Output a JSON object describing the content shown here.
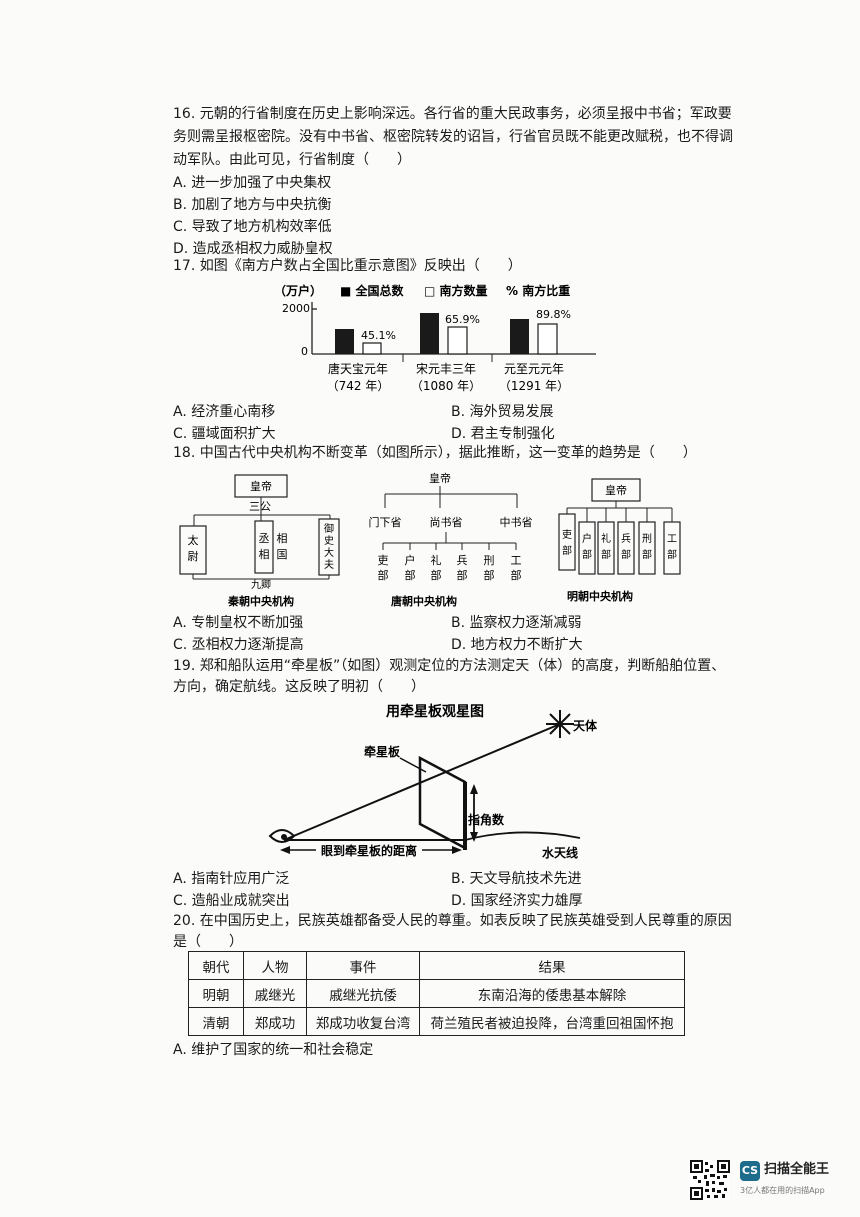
{
  "q16": {
    "line1": "16. 元朝的行省制度在历史上影响深远。各行省的重大民政事务，必须呈报中书省；军政要",
    "line2": "务则需呈报枢密院。没有中书省、枢密院转发的诏旨，行省官员既不能更改赋税，也不得调",
    "line3": "动军队。由此可见，行省制度（　　）",
    "options": [
      "A. 进一步加强了中央集权",
      "B. 加剧了地方与中央抗衡",
      "C. 导致了地方机构效率低",
      "D. 造成丞相权力威胁皇权"
    ]
  },
  "q17": {
    "stem": "17. 如图《南方户数占全国比重示意图》反映出（　　）",
    "chart": {
      "unit": "（万户）",
      "legend": [
        "■ 全国总数",
        "□ 南方数量",
        "% 南方比重"
      ],
      "y_top": "2000",
      "y_zero": "0",
      "groups": [
        {
          "l1": "唐天宝元年",
          "l2": "（742 年）",
          "pct": "45.1%"
        },
        {
          "l1": "宋元丰三年",
          "l2": "（1080 年）",
          "pct": "65.9%"
        },
        {
          "l1": "元至元元年",
          "l2": "（1291 年）",
          "pct": "89.8%"
        }
      ]
    },
    "options": [
      "A. 经济重心南移",
      "B. 海外贸易发展",
      "C. 疆域面积扩大",
      "D. 君主专制强化"
    ]
  },
  "q18": {
    "stem": "18. 中国古代中央机构不断变革（如图所示），据此推断，这一变革的趋势是（　　）",
    "qin": {
      "emperor": "皇帝",
      "sangong": "三公",
      "taiwei": "太尉",
      "chengxiang": "丞相",
      "xiangguo": "相国",
      "yushi": "御史大夫",
      "jiuqing": "九卿",
      "caption": "秦朝中央机构"
    },
    "tang": {
      "emperor": "皇帝",
      "sheng": [
        "门下省",
        "尚书省",
        "中书省"
      ],
      "bu": [
        "吏部",
        "户部",
        "礼部",
        "兵部",
        "刑部",
        "工部"
      ],
      "caption": "唐朝中央机构"
    },
    "ming": {
      "emperor": "皇帝",
      "bu": [
        "吏部",
        "户部",
        "礼部",
        "兵部",
        "刑部",
        "工部"
      ],
      "caption": "明朝中央机构"
    },
    "options": [
      "A. 专制皇权不断加强",
      "B. 监察权力逐渐减弱",
      "C. 丞相权力逐渐提高",
      "D. 地方权力不断扩大"
    ]
  },
  "q19": {
    "line1": "19. 郑和船队运用“牵星板”（如图）观测定位的方法测定天（体）的高度，判断船舶位置、",
    "line2": "方向，确定航线。这反映了明初（　　）",
    "figure": {
      "title": "用牵星板观星图",
      "board": "牵星板",
      "celestial": "天体",
      "angle": "指角数",
      "distance": "眼到牵星板的距离",
      "horizon": "水天线"
    },
    "options": [
      "A. 指南针应用广泛",
      "B. 天文导航技术先进",
      "C. 造船业成就突出",
      "D. 国家经济实力雄厚"
    ]
  },
  "q20": {
    "line1": "20. 在中国历史上，民族英雄都备受人民的尊重。如表反映了民族英雄受到人民尊重的原因",
    "line2": "是（　　）",
    "table": {
      "headers": [
        "朝代",
        "人物",
        "事件",
        "结果"
      ],
      "rows": [
        [
          "明朝",
          "戚继光",
          "戚继光抗倭",
          "东南沿海的倭患基本解除"
        ],
        [
          "清朝",
          "郑成功",
          "郑成功收复台湾",
          "荷兰殖民者被迫投降，台湾重回祖国怀抱"
        ]
      ]
    },
    "optionA": "A. 维护了国家的统一和社会稳定"
  },
  "watermark": {
    "logo": "CS",
    "name": "扫描全能王",
    "tagline": "3亿人都在用的扫描App"
  }
}
